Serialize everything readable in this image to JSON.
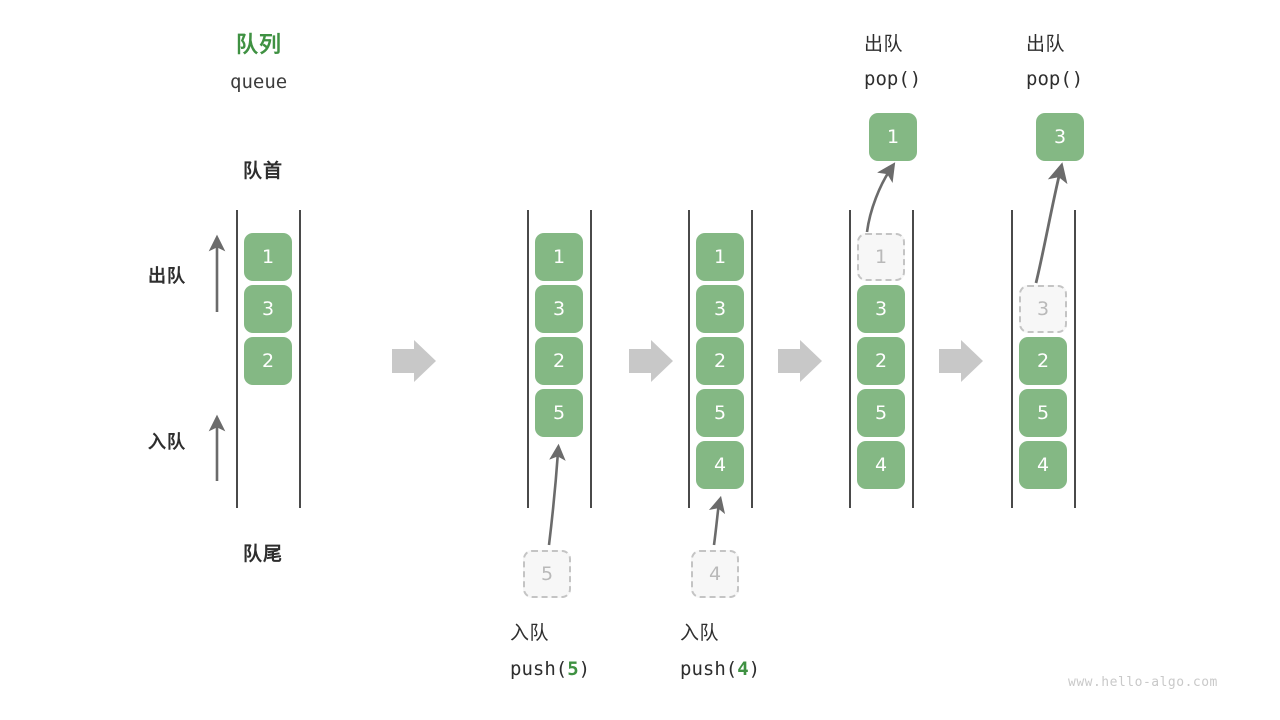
{
  "colors": {
    "cell_fill": "#84b884",
    "cell_text": "#ffffff",
    "ghost_fill": "#f7f7f7",
    "ghost_border": "#c4c4c4",
    "ghost_text": "#b9b9b9",
    "title_green": "#3f9142",
    "text_dark": "#2e2e2e",
    "rail": "#4a4a4a",
    "step_arrow": "#c8c8c8",
    "op_arrow": "#6b6b6b",
    "watermark": "#c9c9c9"
  },
  "title": {
    "cn": "队列",
    "en": "queue"
  },
  "labels": {
    "head": "队首",
    "tail": "队尾",
    "dequeue": "出队",
    "enqueue": "入队"
  },
  "watermark": "www.hello-algo.com",
  "stages": [
    {
      "id": "initial",
      "cells": [
        "1",
        "3",
        "2"
      ],
      "ghost_index": null,
      "start_row": 0,
      "side_arrows": [
        {
          "name": "dequeue-arrow",
          "label": "出队"
        },
        {
          "name": "enqueue-arrow",
          "label": "入队"
        }
      ]
    },
    {
      "id": "push-5",
      "cells": [
        "1",
        "3",
        "2",
        "5"
      ],
      "ghost_index": null,
      "start_row": 0,
      "incoming": {
        "value": "5"
      },
      "caption_cn": "入队",
      "caption_code_prefix": "push(",
      "caption_code_value": "5",
      "caption_code_suffix": ")"
    },
    {
      "id": "push-4",
      "cells": [
        "1",
        "3",
        "2",
        "5",
        "4"
      ],
      "ghost_index": null,
      "start_row": 0,
      "incoming": {
        "value": "4"
      },
      "caption_cn": "入队",
      "caption_code_prefix": "push(",
      "caption_code_value": "4",
      "caption_code_suffix": ")"
    },
    {
      "id": "pop-1",
      "cells": [
        "1",
        "3",
        "2",
        "5",
        "4"
      ],
      "ghost_index": 0,
      "start_row": 0,
      "popped": {
        "value": "1"
      },
      "header_cn": "出队",
      "header_code": "pop()"
    },
    {
      "id": "pop-3",
      "cells": [
        "3",
        "2",
        "5",
        "4"
      ],
      "ghost_index": 0,
      "start_row": 1,
      "popped": {
        "value": "3"
      },
      "header_cn": "出队",
      "header_code": "pop()"
    }
  ],
  "step_arrows": [
    {
      "name": "step-arrow-1"
    },
    {
      "name": "step-arrow-2"
    },
    {
      "name": "step-arrow-3"
    },
    {
      "name": "step-arrow-4"
    }
  ]
}
